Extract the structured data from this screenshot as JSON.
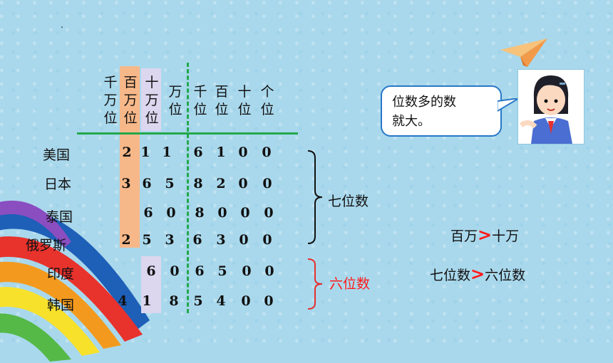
{
  "headers": [
    "千万位",
    "百万位",
    "十万位",
    "万位",
    "千位",
    "百位",
    "十位",
    "个位"
  ],
  "rows": [
    {
      "name": "美国",
      "digits": [
        "",
        "2",
        "1",
        "1",
        "6",
        "1",
        "0",
        "0"
      ]
    },
    {
      "name": "日本",
      "digits": [
        "",
        "3",
        "6",
        "5",
        "8",
        "2",
        "0",
        "0"
      ]
    },
    {
      "name": "泰国",
      "digits": [
        "",
        "",
        "6",
        "0",
        "8",
        "0",
        "0",
        "0"
      ]
    },
    {
      "name": "俄罗斯",
      "digits": [
        "",
        "2",
        "5",
        "3",
        "6",
        "3",
        "0",
        "0"
      ]
    },
    {
      "name": "印度",
      "digits": [
        "",
        "",
        "6",
        "0",
        "6",
        "5",
        "0",
        "0"
      ]
    },
    {
      "name": "韩国",
      "digits": [
        "4",
        "1",
        "8",
        "5",
        "4",
        "0",
        "0"
      ]
    }
  ],
  "brace_seven": "七位数",
  "brace_six": "六位数",
  "speech": {
    "line1": "位数多的数",
    "line2": "就大。"
  },
  "compare1": {
    "left": "百万",
    "sym": ">",
    "right": "十万"
  },
  "compare2": {
    "left": "七位数",
    "sym": ">",
    "right": "六位数"
  },
  "dot": "."
}
